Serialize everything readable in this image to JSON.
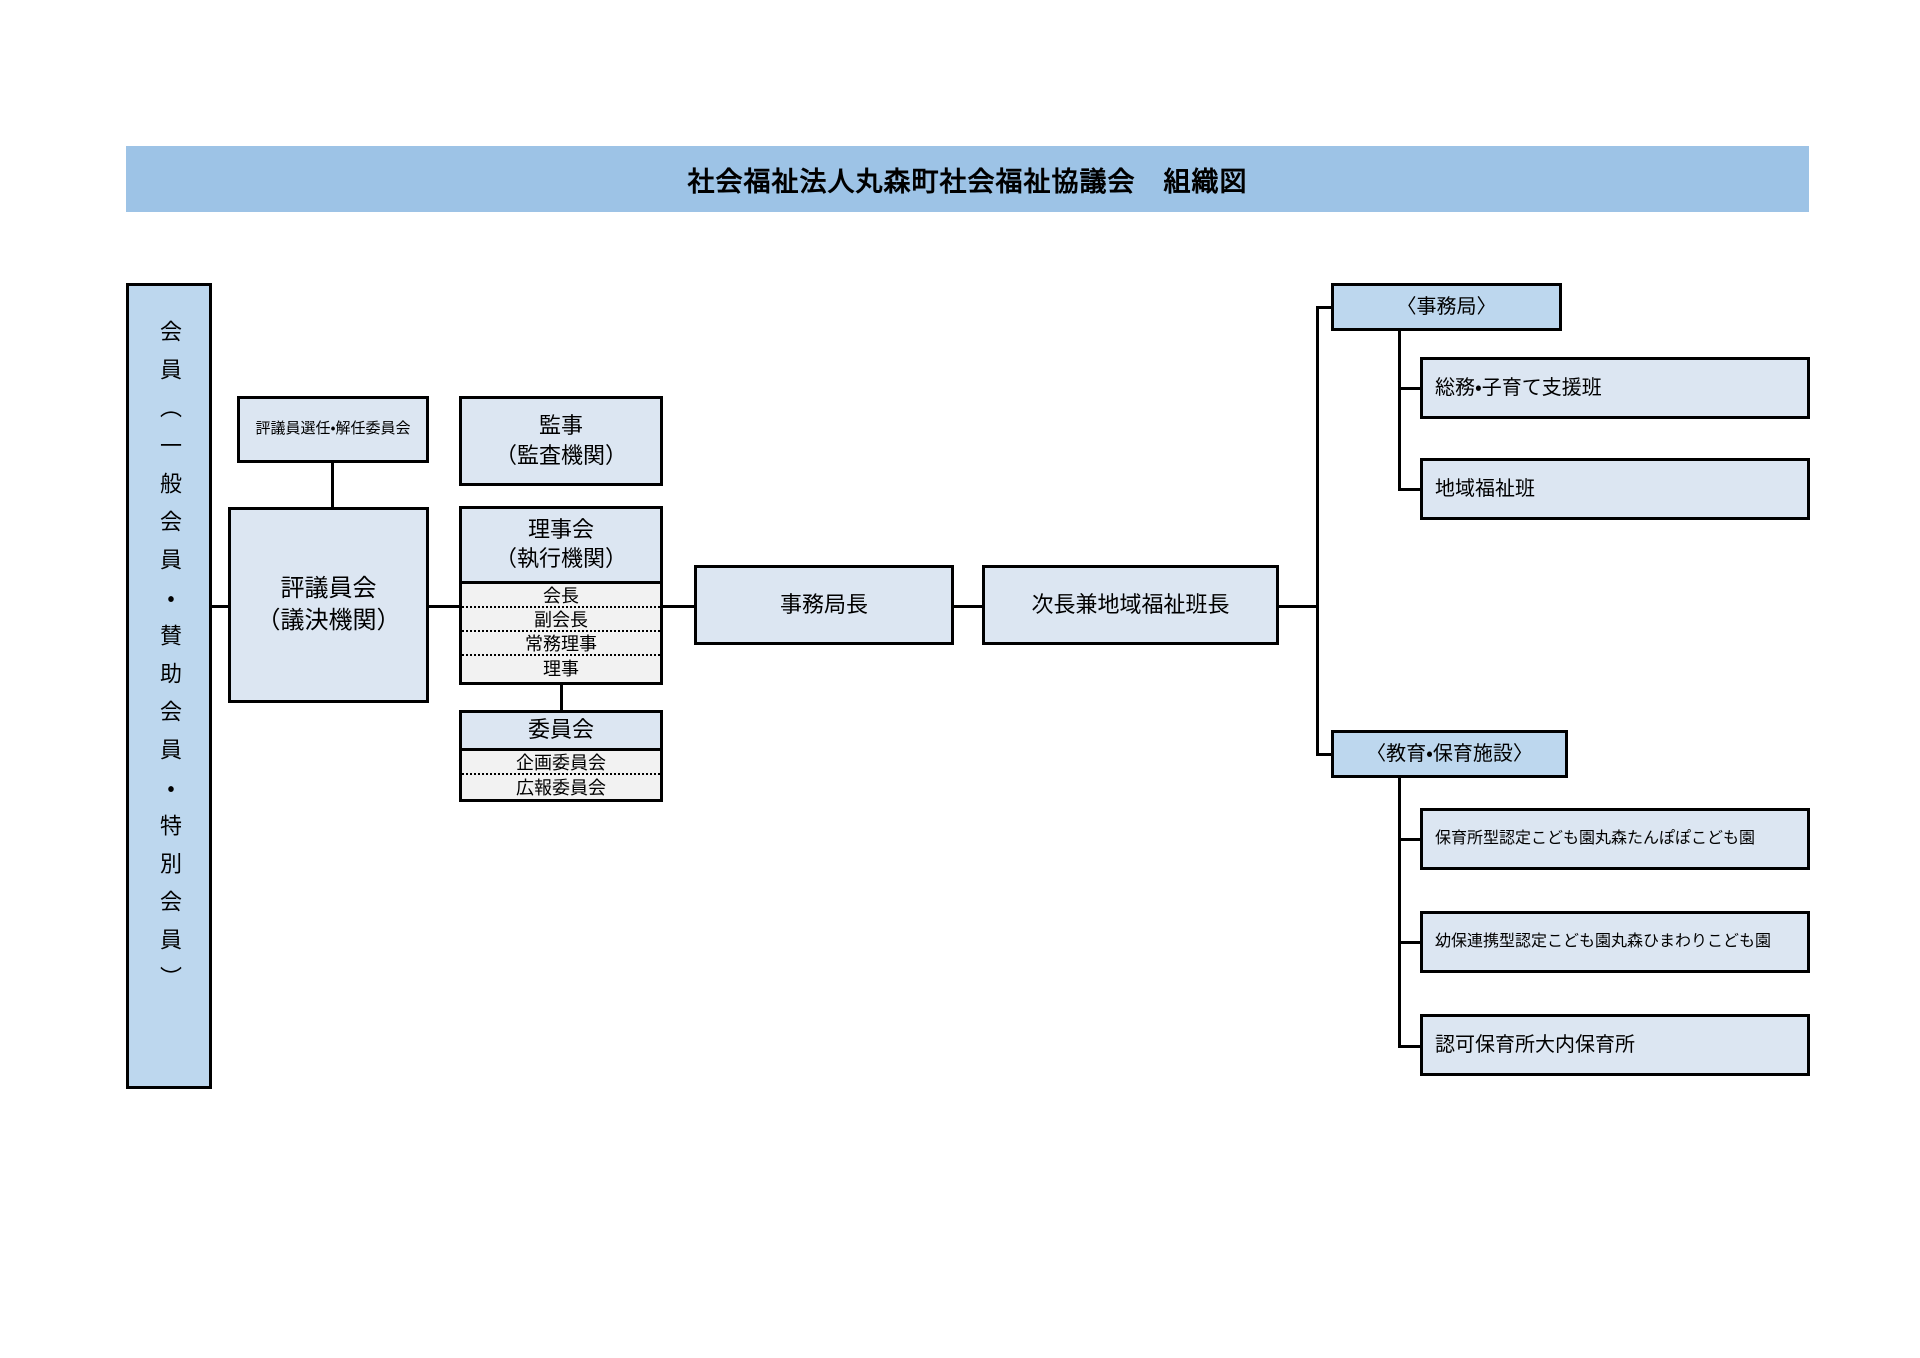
{
  "page": {
    "title": "社会福祉法人丸森町社会福祉協議会　組織図",
    "colors": {
      "banner": "#9dc3e6",
      "box_fill": "#dce6f2",
      "box_fill_dark": "#bdd7ee",
      "row_fill": "#f2f2f2",
      "border": "#000000",
      "background": "#ffffff"
    }
  },
  "members_column": {
    "label": "会員（一般会員・賛助会員・特別会員）"
  },
  "governance": {
    "selection_committee": {
      "label": "評議員選任・解任委員会"
    },
    "councillors": {
      "line1": "評議員会",
      "line2": "（議決機関）"
    },
    "auditor": {
      "line1": "監事",
      "line2": "（監査機関）"
    },
    "board": {
      "header_line1": "理事会",
      "header_line2": "（執行機関）",
      "roles": [
        {
          "label": "会長"
        },
        {
          "label": "副会長"
        },
        {
          "label": "常務理事"
        },
        {
          "label": "理事"
        }
      ]
    },
    "committees": {
      "header": "委員会",
      "items": [
        {
          "label": "企画委員会"
        },
        {
          "label": "広報委員会"
        }
      ]
    }
  },
  "executive": {
    "secretary_general": {
      "label": "事務局長"
    },
    "deputy_chief": {
      "label": "次長兼地域福祉班長"
    }
  },
  "office": {
    "header": "〈事務局〉",
    "sections": [
      {
        "label": "総務・子育て支援班"
      },
      {
        "label": "地域福祉班"
      }
    ]
  },
  "facilities": {
    "header": "〈教育・保育施設〉",
    "items": [
      {
        "label": "保育所型認定こども園丸森たんぽぽこども園"
      },
      {
        "label": "幼保連携型認定こども園丸森ひまわりこども園"
      },
      {
        "label": "認可保育所大内保育所"
      }
    ]
  }
}
